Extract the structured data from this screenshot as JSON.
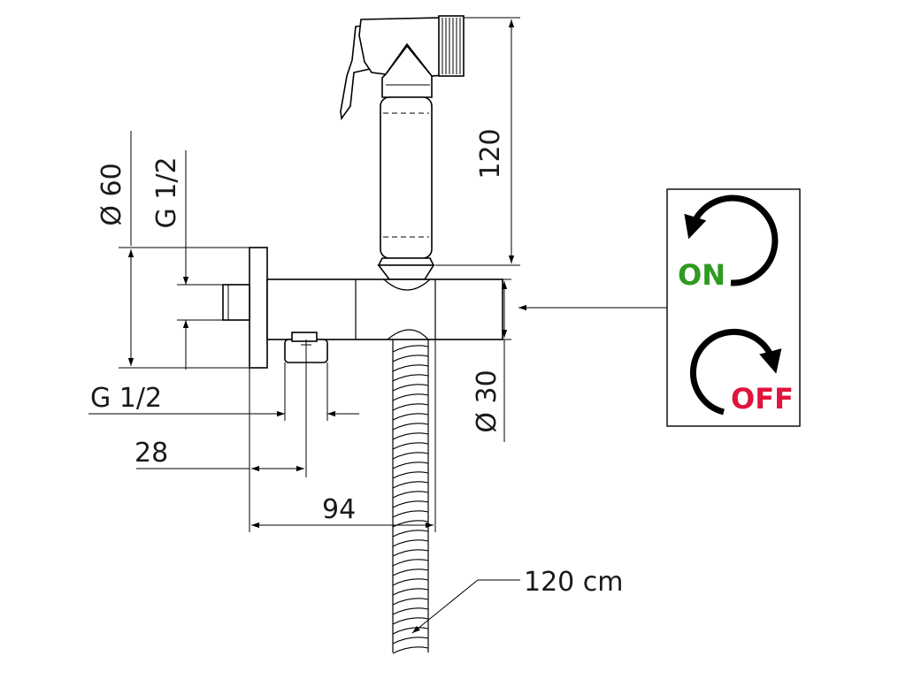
{
  "dimensions": {
    "diameter_60": "Ø 60",
    "thread_vertical": "G 1/2",
    "height_120": "120",
    "diameter_30": "Ø 30",
    "thread_horizontal": "G 1/2",
    "length_28": "28",
    "length_94": "94",
    "hose_length": "120 cm"
  },
  "legend": {
    "on_label": "ON",
    "off_label": "OFF",
    "on_color": "#2e9a1f",
    "off_color": "#e0143c",
    "on_icon": "counterclockwise-arrow-icon",
    "off_icon": "clockwise-arrow-icon"
  }
}
